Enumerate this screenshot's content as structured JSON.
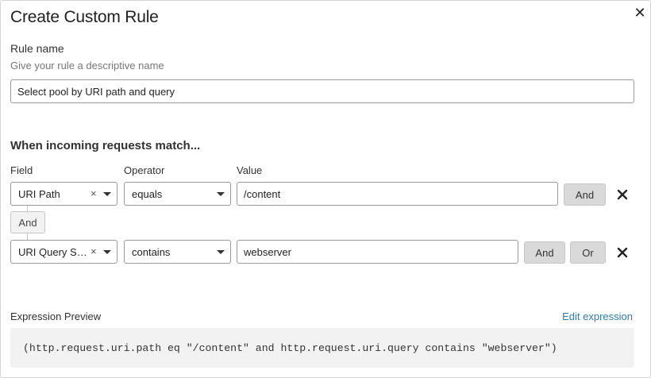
{
  "dialog": {
    "title": "Create Custom Rule"
  },
  "rule_name": {
    "label": "Rule name",
    "hint": "Give your rule a descriptive name",
    "value": "Select pool by URI path and query"
  },
  "match": {
    "heading": "When incoming requests match...",
    "columns": {
      "field": "Field",
      "operator": "Operator",
      "value": "Value"
    },
    "conditions": [
      {
        "field": "URI Path",
        "operator": "equals",
        "value": "/content",
        "and_label": "And"
      },
      {
        "field": "URI Query St...",
        "operator": "contains",
        "value": "webserver",
        "and_label": "And",
        "or_label": "Or"
      }
    ],
    "connector_label": "And"
  },
  "preview": {
    "label": "Expression Preview",
    "edit_link": "Edit expression",
    "expression": "(http.request.uri.path eq \"/content\" and http.request.uri.query contains \"webserver\")"
  },
  "icons": {
    "close": "close-icon",
    "clear": "clear-icon",
    "remove": "remove-row-icon",
    "caret": "chevron-down-icon"
  },
  "colors": {
    "link": "#2c7cb0",
    "button_bg": "#d9d9d9",
    "preview_bg": "#f2f2f2"
  }
}
